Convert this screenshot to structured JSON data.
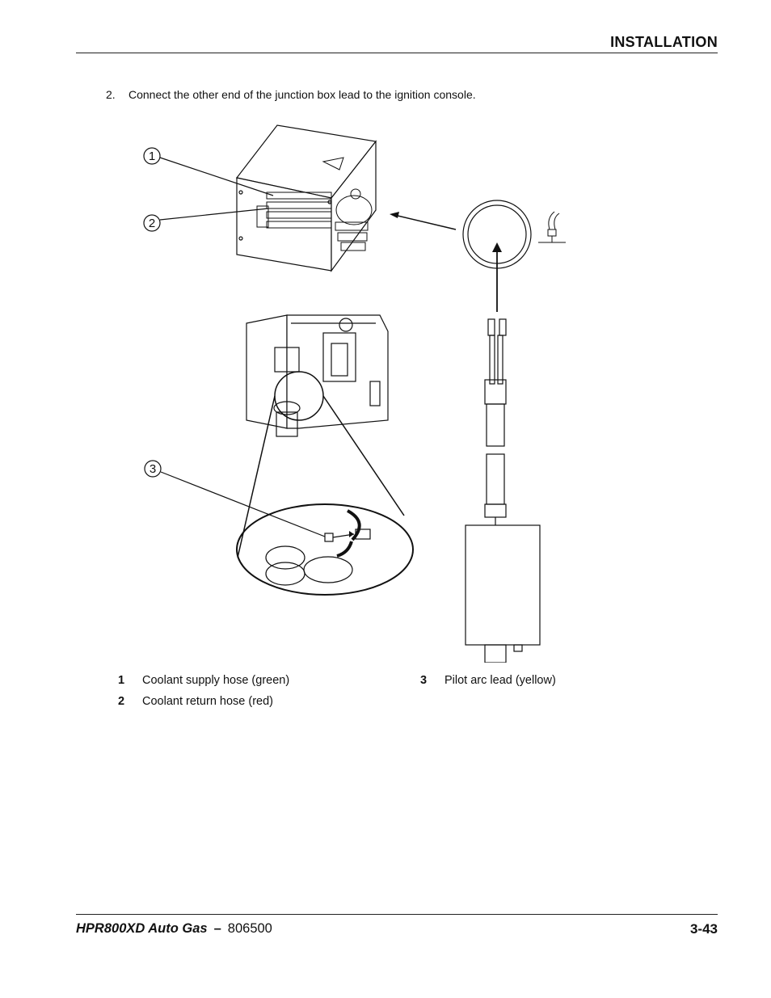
{
  "header": {
    "section_title": "INSTALLATION"
  },
  "step": {
    "number": "2.",
    "text": "Connect the other end of the junction box lead to the ignition console."
  },
  "figure": {
    "callouts": [
      "1",
      "2",
      "3"
    ]
  },
  "legend": {
    "left": [
      {
        "num": "1",
        "text": "Coolant supply hose (green)"
      },
      {
        "num": "2",
        "text": "Coolant return hose (red)"
      }
    ],
    "right": [
      {
        "num": "3",
        "text": "Pilot arc lead (yellow)"
      }
    ]
  },
  "footer": {
    "manual_title": "HPR800XD Auto Gas",
    "separator": "–",
    "part_number": "806500",
    "page_number": "3-43"
  }
}
